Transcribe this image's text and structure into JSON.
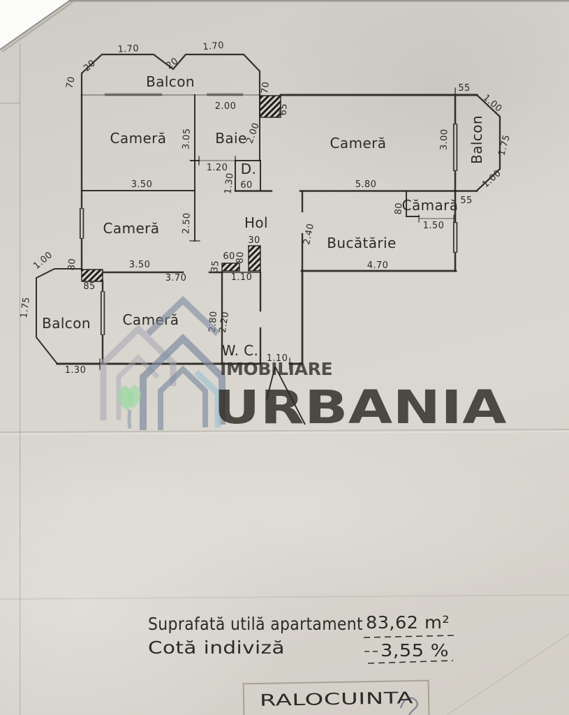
{
  "watermark": {
    "imobiliare": "IMOBILIARE",
    "urbania": "URBANIA"
  },
  "rooms": {
    "balcon_top": "Balcon",
    "camera_1": "Cameră",
    "baie": "Baie",
    "camera_mare": "Cameră",
    "balcon_dreapta": "Balcon",
    "camara": "Cămară",
    "hol": "Hol",
    "camera_2": "Cameră",
    "bucatarie": "Bucătărie",
    "balcon_jos": "Balcon",
    "camera_3": "Cameră",
    "wc": "W. C.",
    "debara": "D."
  },
  "dims": {
    "balcon_top_colt_stanga": "20",
    "balcon_top_stanga": "1.70",
    "balcon_top_mijloc": "20",
    "balcon_top_dreapta": "1.70",
    "balcon_top_lat_stanga": "70",
    "balcon_top_lat_dreapta": "70",
    "baie_latime": "2.00",
    "baie_adancime": "2.00",
    "baie_ghena": "65",
    "camera1_adancime": "3.05",
    "camera1_latime": "3.50",
    "usa_baie": "1.20",
    "debara_adancime": "1.30",
    "debara_latime": "60",
    "camera_mare_latime": "5.80",
    "camera_mare_fereastra": "3.00",
    "balcon_dr_sus": "55",
    "balcon_dr_colt_sus": "1.00",
    "balcon_dr_lat": "1.75",
    "balcon_dr_colt_jos": "1.00",
    "balcon_dr_jos": "55",
    "camara_adancime": "80",
    "camara_latime": "1.50",
    "hol_lungime": "2.50",
    "camera2_latime": "3.50",
    "camera3_latime": "3.70",
    "bucatarie_adancime": "2.40",
    "bucatarie_latime": "4.70",
    "ghena_30": "30",
    "ghena_60": "60",
    "ghena_80": "80",
    "ghena_35": "35",
    "wc_latime": "1.10",
    "camera3_adancime": "2.80",
    "wc_lungime": "2.20",
    "usa_intrare": "1.10",
    "balcon_jos_colt": "1.00",
    "balcon_jos_80": "80",
    "balcon_jos_ghena": "85",
    "balcon_jos_lat": "1.75",
    "balcon_jos_latime": "1.30"
  },
  "footer": {
    "suprafata_label": "Suprafată utilă apartament",
    "suprafata_value": "83,62 m²",
    "cota_label": "Cotă indiviză",
    "cota_value": "3,55 %"
  },
  "stamp": {
    "text": "RALOCUINTA"
  }
}
